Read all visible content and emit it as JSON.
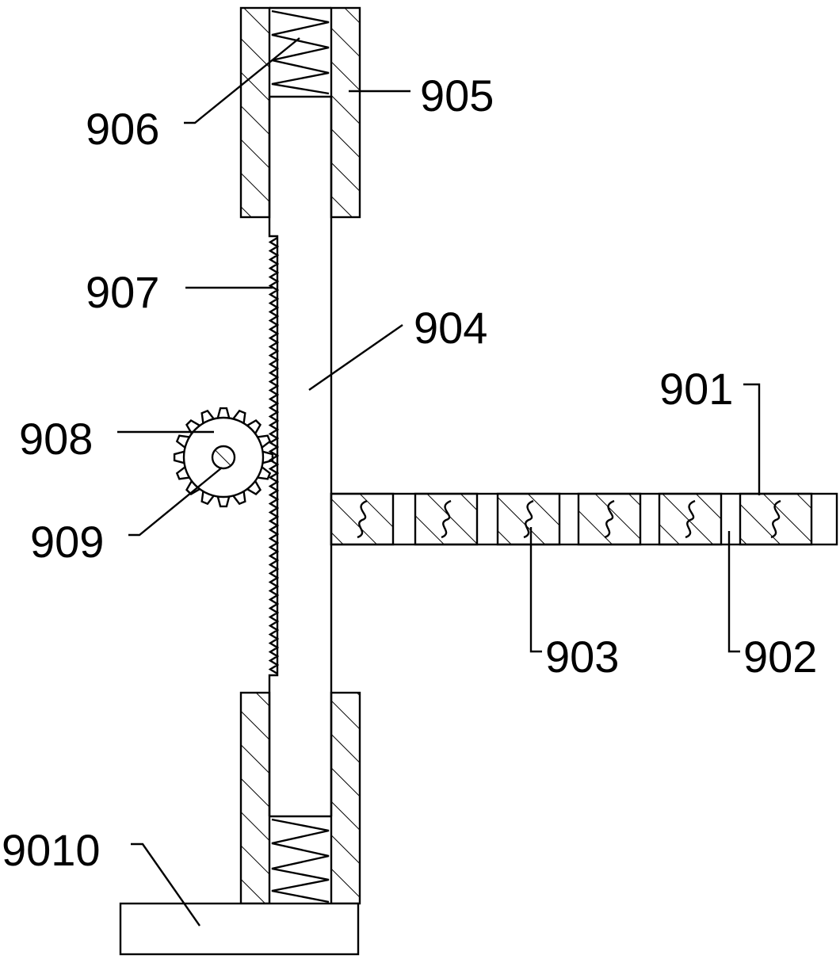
{
  "labels": {
    "l901": "901",
    "l902": "902",
    "l903": "903",
    "l904": "904",
    "l905": "905",
    "l906": "906",
    "l907": "907",
    "l908": "908",
    "l909": "909",
    "l9010": "9010"
  },
  "colors": {
    "line": "#000000",
    "background": "#ffffff"
  }
}
